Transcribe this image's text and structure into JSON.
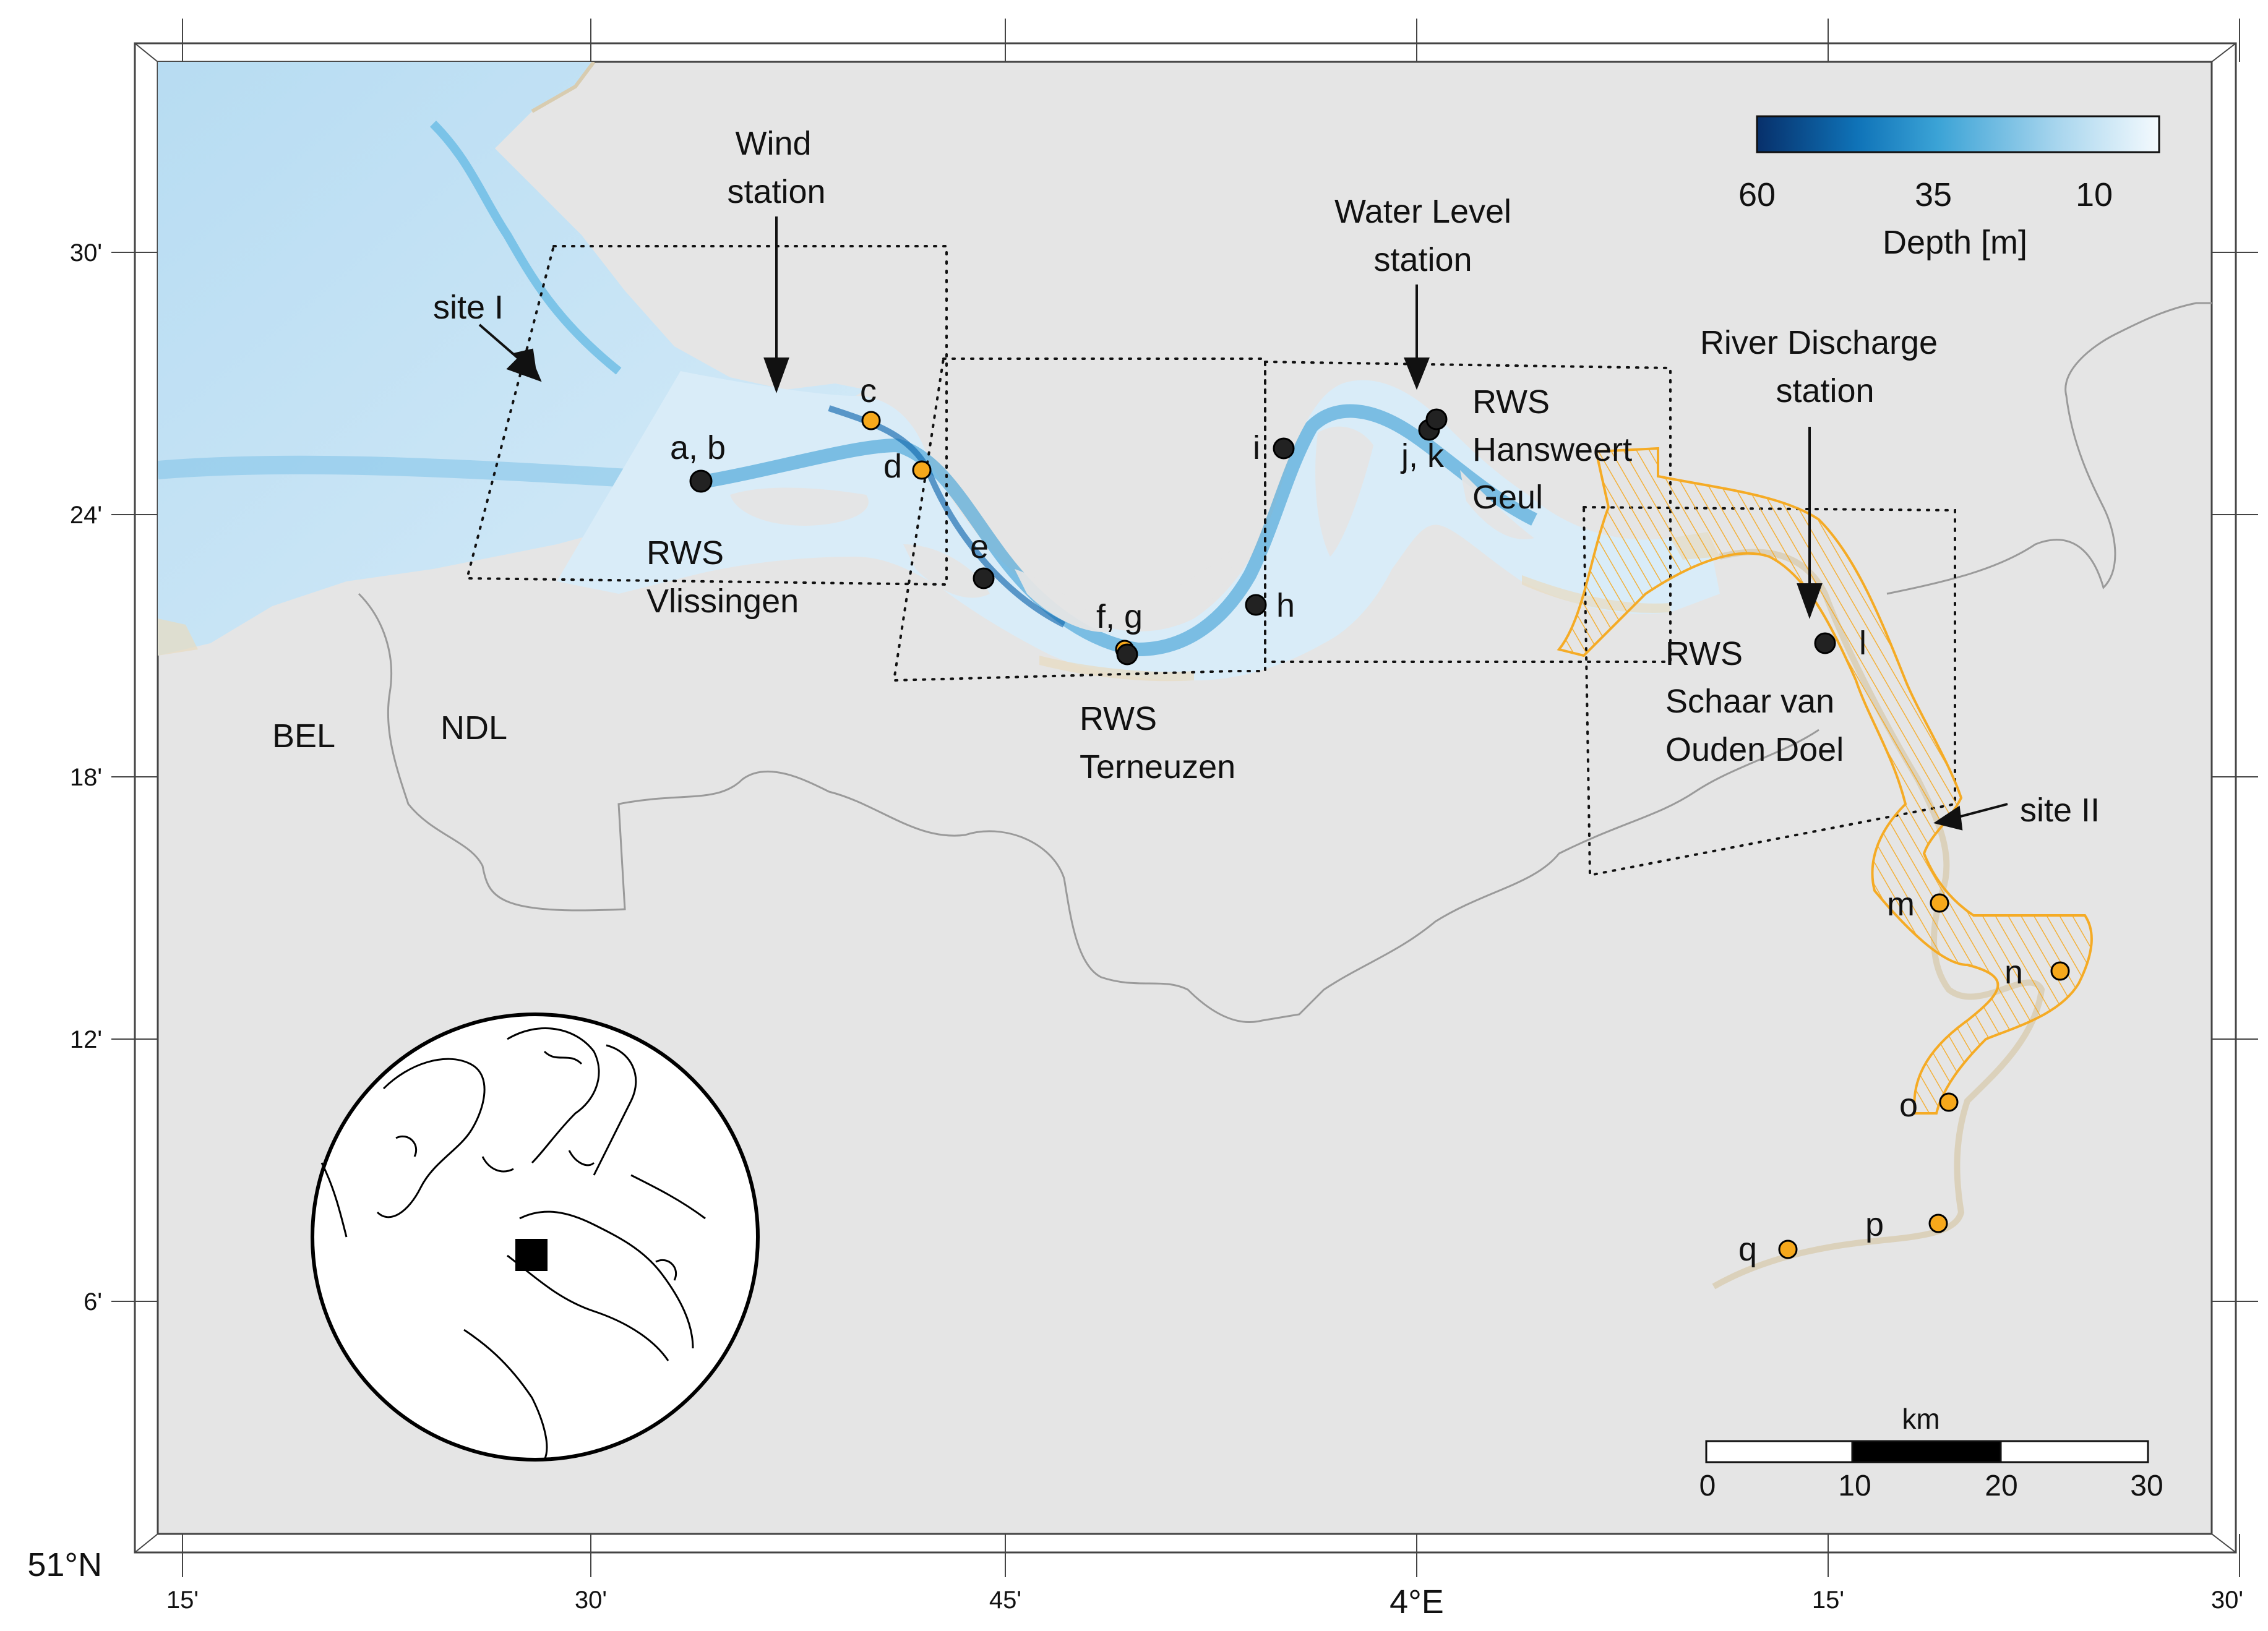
{
  "map": {
    "lat_ticks": [
      "51°N",
      "6'",
      "12'",
      "18'",
      "24'",
      "30'"
    ],
    "lon_ticks": [
      "15'",
      "30'",
      "45'",
      "4°E",
      "15'",
      "30'"
    ],
    "countries": [
      "BEL",
      "NDL"
    ],
    "station_callouts": {
      "wind": [
        "Wind",
        "station"
      ],
      "water_level": [
        "Water Level",
        "station"
      ],
      "river_discharge": [
        "River Discharge",
        "station"
      ]
    },
    "site_labels": [
      "site I",
      "site II"
    ],
    "rws_labels": {
      "vlissingen": [
        "RWS",
        "Vlissingen"
      ],
      "terneuzen": [
        "RWS",
        "Terneuzen"
      ],
      "hansweert": [
        "RWS",
        "Hansweert",
        "Geul"
      ],
      "schaar": [
        "RWS",
        "Schaar van",
        "Ouden Doel"
      ]
    },
    "point_labels": {
      "ab": "a, b",
      "c": "c",
      "d": "d",
      "e": "e",
      "fg": "f, g",
      "h": "h",
      "i": "i",
      "jk": "j, k",
      "l": "l",
      "m": "m",
      "n": "n",
      "o": "o",
      "p": "p",
      "q": "q"
    },
    "colorbar": {
      "title": "Depth [m]",
      "ticks": [
        "60",
        "35",
        "10"
      ],
      "colors": [
        "#07306b",
        "#0f73b8",
        "#3ba3d6",
        "#a9d6ee",
        "#f4fafe"
      ]
    },
    "scalebar": {
      "unit": "km",
      "ticks": [
        "0",
        "10",
        "20",
        "30"
      ]
    },
    "colors": {
      "land": "#e5e5e5",
      "orange": "#f6a81b",
      "point_dark": "#222222",
      "water_light": "#dcedf8",
      "shoal": "#e8dcc0"
    }
  }
}
